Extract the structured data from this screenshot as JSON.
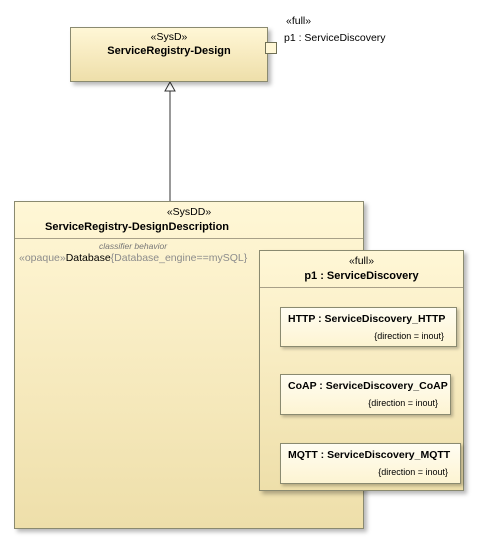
{
  "sysd_block": {
    "stereotype": "«SysD»",
    "name": "ServiceRegistry-Design",
    "port": {
      "stereotype": "«full»",
      "label": "p1 : ServiceDiscovery"
    }
  },
  "sysdd_block": {
    "stereotype": "«SysDD»",
    "name": "ServiceRegistry-DesignDescription",
    "behavior_caption": "classifier behavior",
    "behavior": {
      "stereotype": "«opaque»",
      "name": "Database",
      "constraint": "{Database_engine==mySQL}"
    }
  },
  "port_part": {
    "stereotype": "«full»",
    "name": "p1 : ServiceDiscovery",
    "interfaces": [
      {
        "name": "HTTP : ServiceDiscovery_HTTP",
        "direction": "{direction = inout}"
      },
      {
        "name": "CoAP : ServiceDiscovery_CoAP",
        "direction": "{direction = inout}"
      },
      {
        "name": "MQTT : ServiceDiscovery_MQTT",
        "direction": "{direction = inout}"
      }
    ]
  }
}
